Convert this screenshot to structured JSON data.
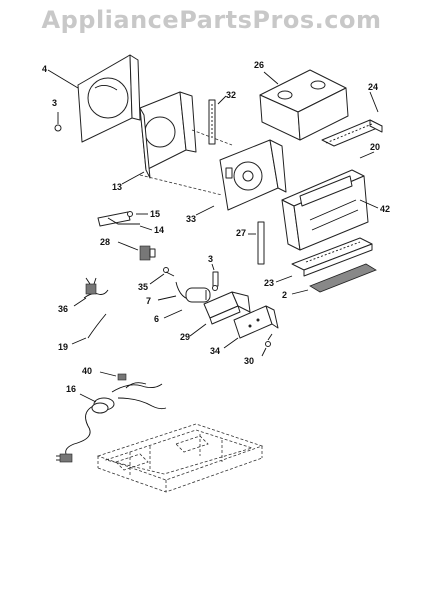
{
  "watermark": "AppliancePartsPros.com",
  "callouts": [
    "4",
    "3",
    "32",
    "26",
    "24",
    "13",
    "20",
    "33",
    "42",
    "15",
    "14",
    "27",
    "28",
    "3",
    "23",
    "35",
    "7",
    "2",
    "36",
    "6",
    "29",
    "34",
    "19",
    "30",
    "40",
    "16"
  ],
  "icons": {
    "capacitor": "capacitor-icon",
    "wire": "wire-harness-icon",
    "screw": "screw-icon"
  }
}
